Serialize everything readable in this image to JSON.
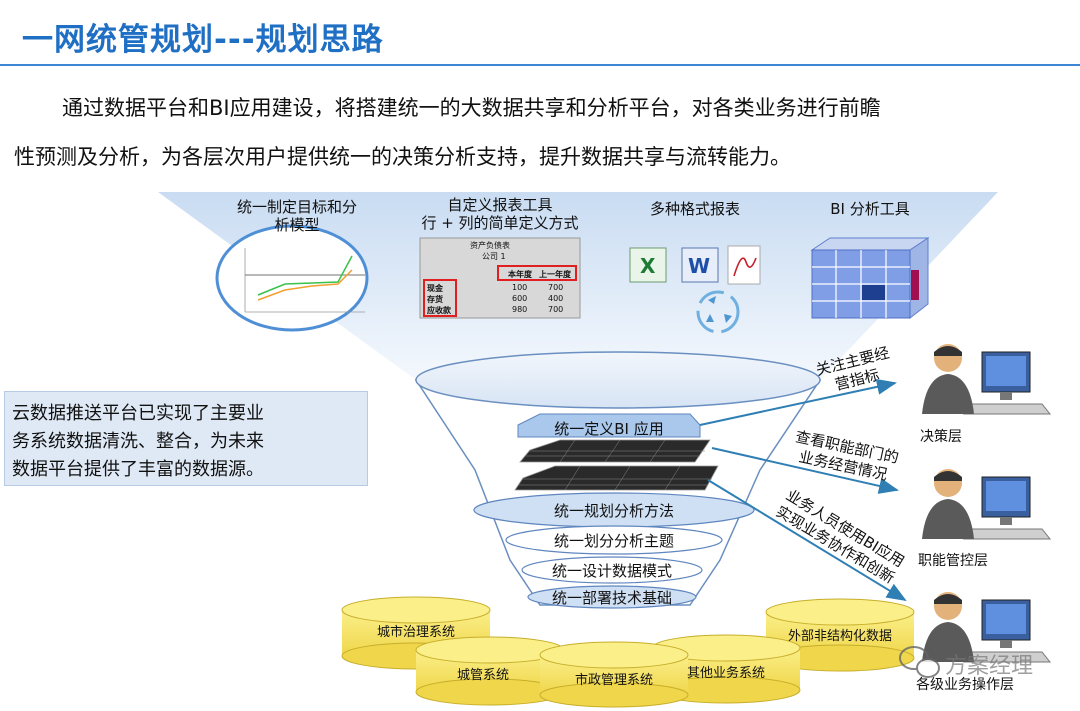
{
  "title": "一网统管规划---规划思路",
  "intro": {
    "line1": "通过数据平台和BI应用建设，将搭建统一的大数据共享和分析平台，对各类业务进行前瞻",
    "line2": "性预测及分析，为各层次用户提供统一的决策分析支持，提升数据共享与流转能力。"
  },
  "top_tools": [
    {
      "line1": "统一制定目标和分",
      "line2": "析模型"
    },
    {
      "line1": "自定义报表工具",
      "line2": "行 + 列的简单定义方式"
    },
    {
      "line1": "多种格式报表",
      "line2": ""
    },
    {
      "line1": "BI 分析工具",
      "line2": ""
    }
  ],
  "report_sheet": {
    "title": "资产负债表",
    "company": "公司 1",
    "col_current": "本年度",
    "col_prev": "上一年度",
    "rows": [
      {
        "label": "现金",
        "cur": "100",
        "prev": "700"
      },
      {
        "label": "存货",
        "cur": "600",
        "prev": "400"
      },
      {
        "label": "应收款",
        "cur": "980",
        "prev": "700"
      }
    ]
  },
  "format_icons": [
    "X",
    "W",
    "AdobePDF"
  ],
  "note": {
    "line1": "云数据推送平台已实现了主要业",
    "line2": "务系统数据清洗、整合，为未来",
    "line3": "数据平台提供了丰富的数据源。"
  },
  "funnel_layers": [
    "统一定义BI 应用",
    "统一规划分析方法",
    "统一划分分析主题",
    "统一设计数据模式",
    "统一部署技术基础"
  ],
  "data_sources": [
    "城市治理系统",
    "城管系统",
    "市政管理系统",
    "其他业务系统",
    "外部非结构化数据"
  ],
  "arrow_labels": [
    {
      "line1": "关注主要经",
      "line2": "营指标"
    },
    {
      "line1": "查看职能部门的",
      "line2": "业务经营情况"
    },
    {
      "line1": "业务人员使用BI应用",
      "line2": "实现业务协作和创新"
    }
  ],
  "roles": [
    "决策层",
    "职能管控层",
    "各级业务操作层"
  ],
  "watermark": "方案经理",
  "colors": {
    "title": "#1f6fc4",
    "accent_blue": "#3d86d6",
    "note_bg": "#dfe9f6",
    "cylinder": "#f7e86a",
    "report_highlight": "#e02020"
  }
}
